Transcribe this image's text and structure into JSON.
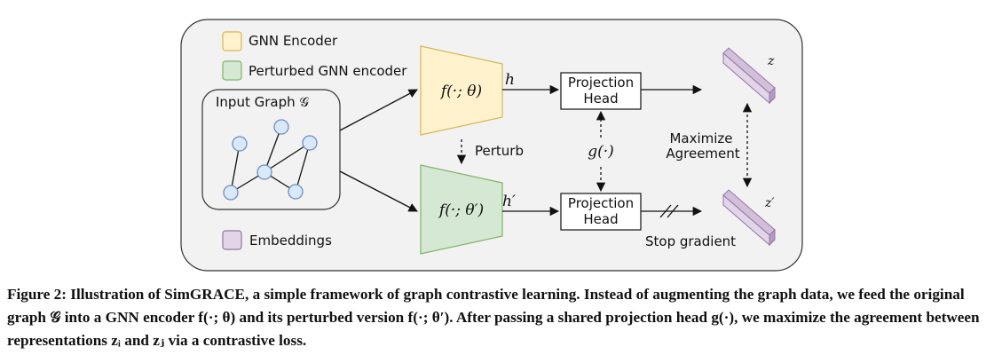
{
  "legend": {
    "gnn_encoder": "GNN Encoder",
    "perturbed_encoder": "Perturbed GNN encoder",
    "embeddings": "Embeddings"
  },
  "colors": {
    "background_box": "#f2f2f2",
    "encoder_fill": "#fff2cc",
    "encoder_stroke": "#d6b656",
    "perturbed_fill": "#d5e8d4",
    "perturbed_stroke": "#82b366",
    "embedding_fill": "#e1d5e7",
    "embedding_stroke": "#9673a6",
    "node_fill": "#dae8fc",
    "node_stroke": "#6c8ebf"
  },
  "input_graph": {
    "label": "Input Graph 𝒢"
  },
  "encoder": {
    "label": "f(·; θ)",
    "output": "h"
  },
  "perturbed_encoder": {
    "label": "f(·; θ′)",
    "output": "h′"
  },
  "perturb_label": "Perturb",
  "projection_head_top": {
    "line1": "Projection",
    "line2": "Head"
  },
  "projection_head_bottom": {
    "line1": "Projection",
    "line2": "Head"
  },
  "shared_head": "g(·)",
  "maximize": {
    "line1": "Maximize",
    "line2": "Agreement"
  },
  "stop_gradient": "Stop gradient",
  "embedding_z": "z",
  "embedding_z_prime": "z′",
  "caption": "Figure 2: Illustration of SimGRACE, a simple framework of graph contrastive learning. Instead of augmenting the graph data, we feed the original graph 𝒢 into a GNN encoder f(·; θ) and its perturbed version f(·; θ′). After passing a shared projection head g(·), we maximize the agreement between representations zᵢ and zⱼ via a contrastive loss."
}
